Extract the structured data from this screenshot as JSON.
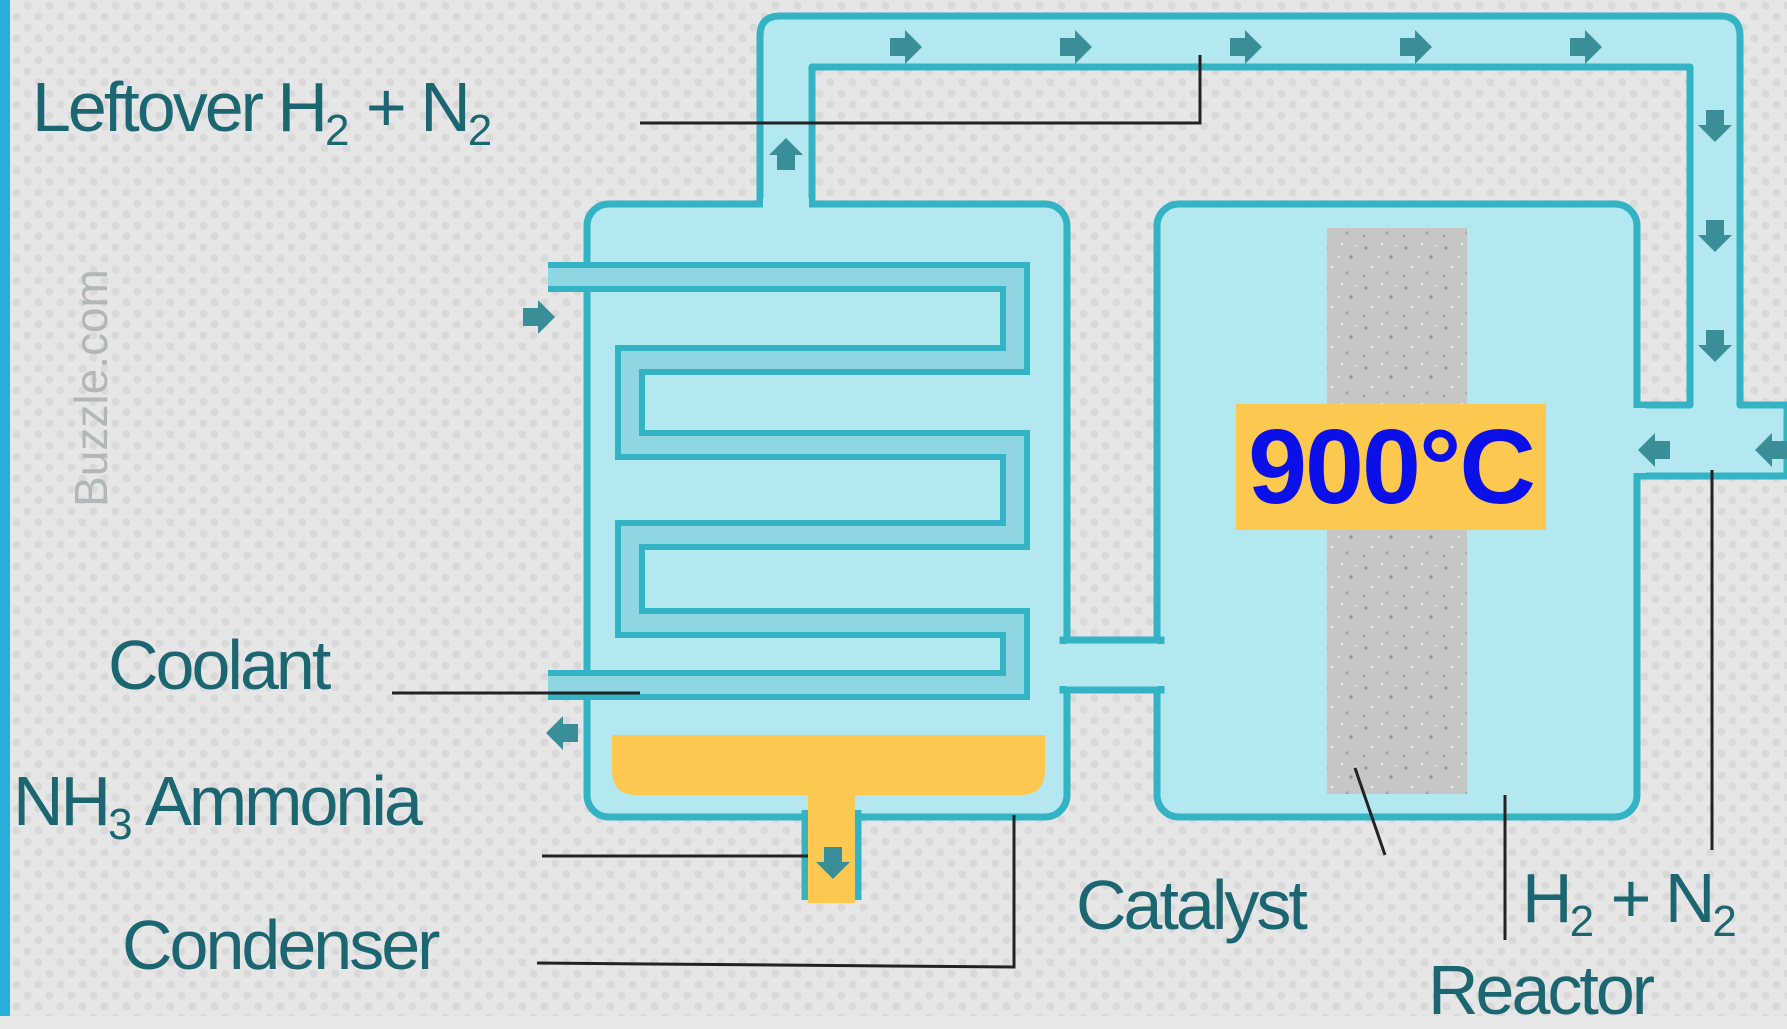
{
  "labels": {
    "leftover_main": "Leftover H",
    "leftover_sub1": "2",
    "leftover_plus": " + N",
    "leftover_sub2": "2",
    "coolant": "Coolant",
    "ammonia_nh": "NH",
    "ammonia_sub": "3",
    "ammonia_word": " Ammonia",
    "condenser": "Condenser",
    "catalyst": "Catalyst",
    "h2n2_main": "H",
    "h2n2_sub1": "2",
    "h2n2_plus": " + N",
    "h2n2_sub2": "2",
    "reactor": "Reactor"
  },
  "temperature": "900°C",
  "watermark": "Buzzle.com",
  "colors": {
    "background": "#e8e8e8",
    "pipe_fill": "#b3e8f1",
    "pipe_stroke": "#33b3c3",
    "arrow": "#3a8e98",
    "label_text": "#1b6670",
    "leader_line": "#222222",
    "ammonia_liquid": "#fdc84f",
    "catalyst": "#c6c6c6",
    "temp_box": "#fdc84f",
    "temp_text": "#0b10e8",
    "left_edge": "#27aeda"
  },
  "icons": [
    "arrow-right-icon",
    "arrow-down-icon",
    "arrow-up-icon",
    "arrow-left-icon"
  ]
}
